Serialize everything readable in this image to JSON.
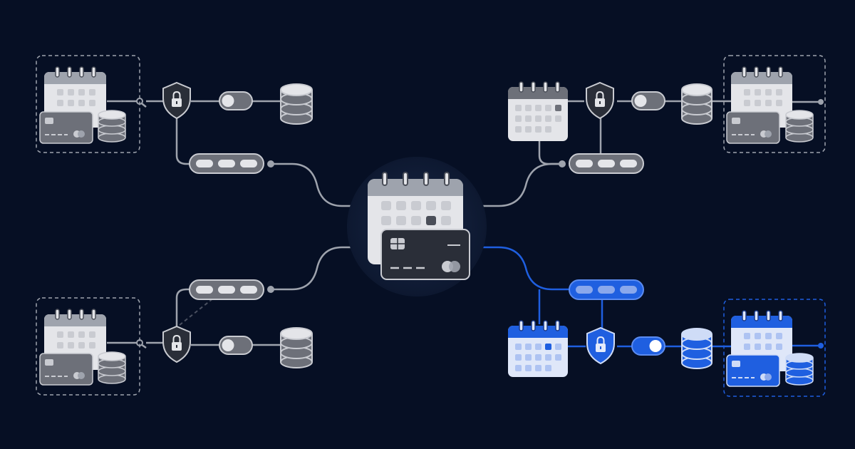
{
  "colors": {
    "background": "#060f24",
    "gray_line": "#9ea3ad",
    "gray_light": "#e4e5e9",
    "gray_mid": "#c9cbd1",
    "gray_dark": "#6d7079",
    "card_dark": "#2a2e38",
    "blue_accent": "#1f5fe0",
    "blue_light": "#cfdcf7",
    "blue_mid": "#8aa8ec"
  },
  "icons": {
    "calendar": "calendar-icon",
    "card": "credit-card-icon",
    "database": "database-icon",
    "shield": "shield-lock-icon",
    "toggle": "toggle-icon",
    "pill": "three-dot-pill-icon"
  },
  "nodes": {
    "center": "hub-calendar-card",
    "corners": [
      "top-left",
      "top-right",
      "bottom-left",
      "bottom-right"
    ],
    "active_corner": "bottom-right"
  }
}
